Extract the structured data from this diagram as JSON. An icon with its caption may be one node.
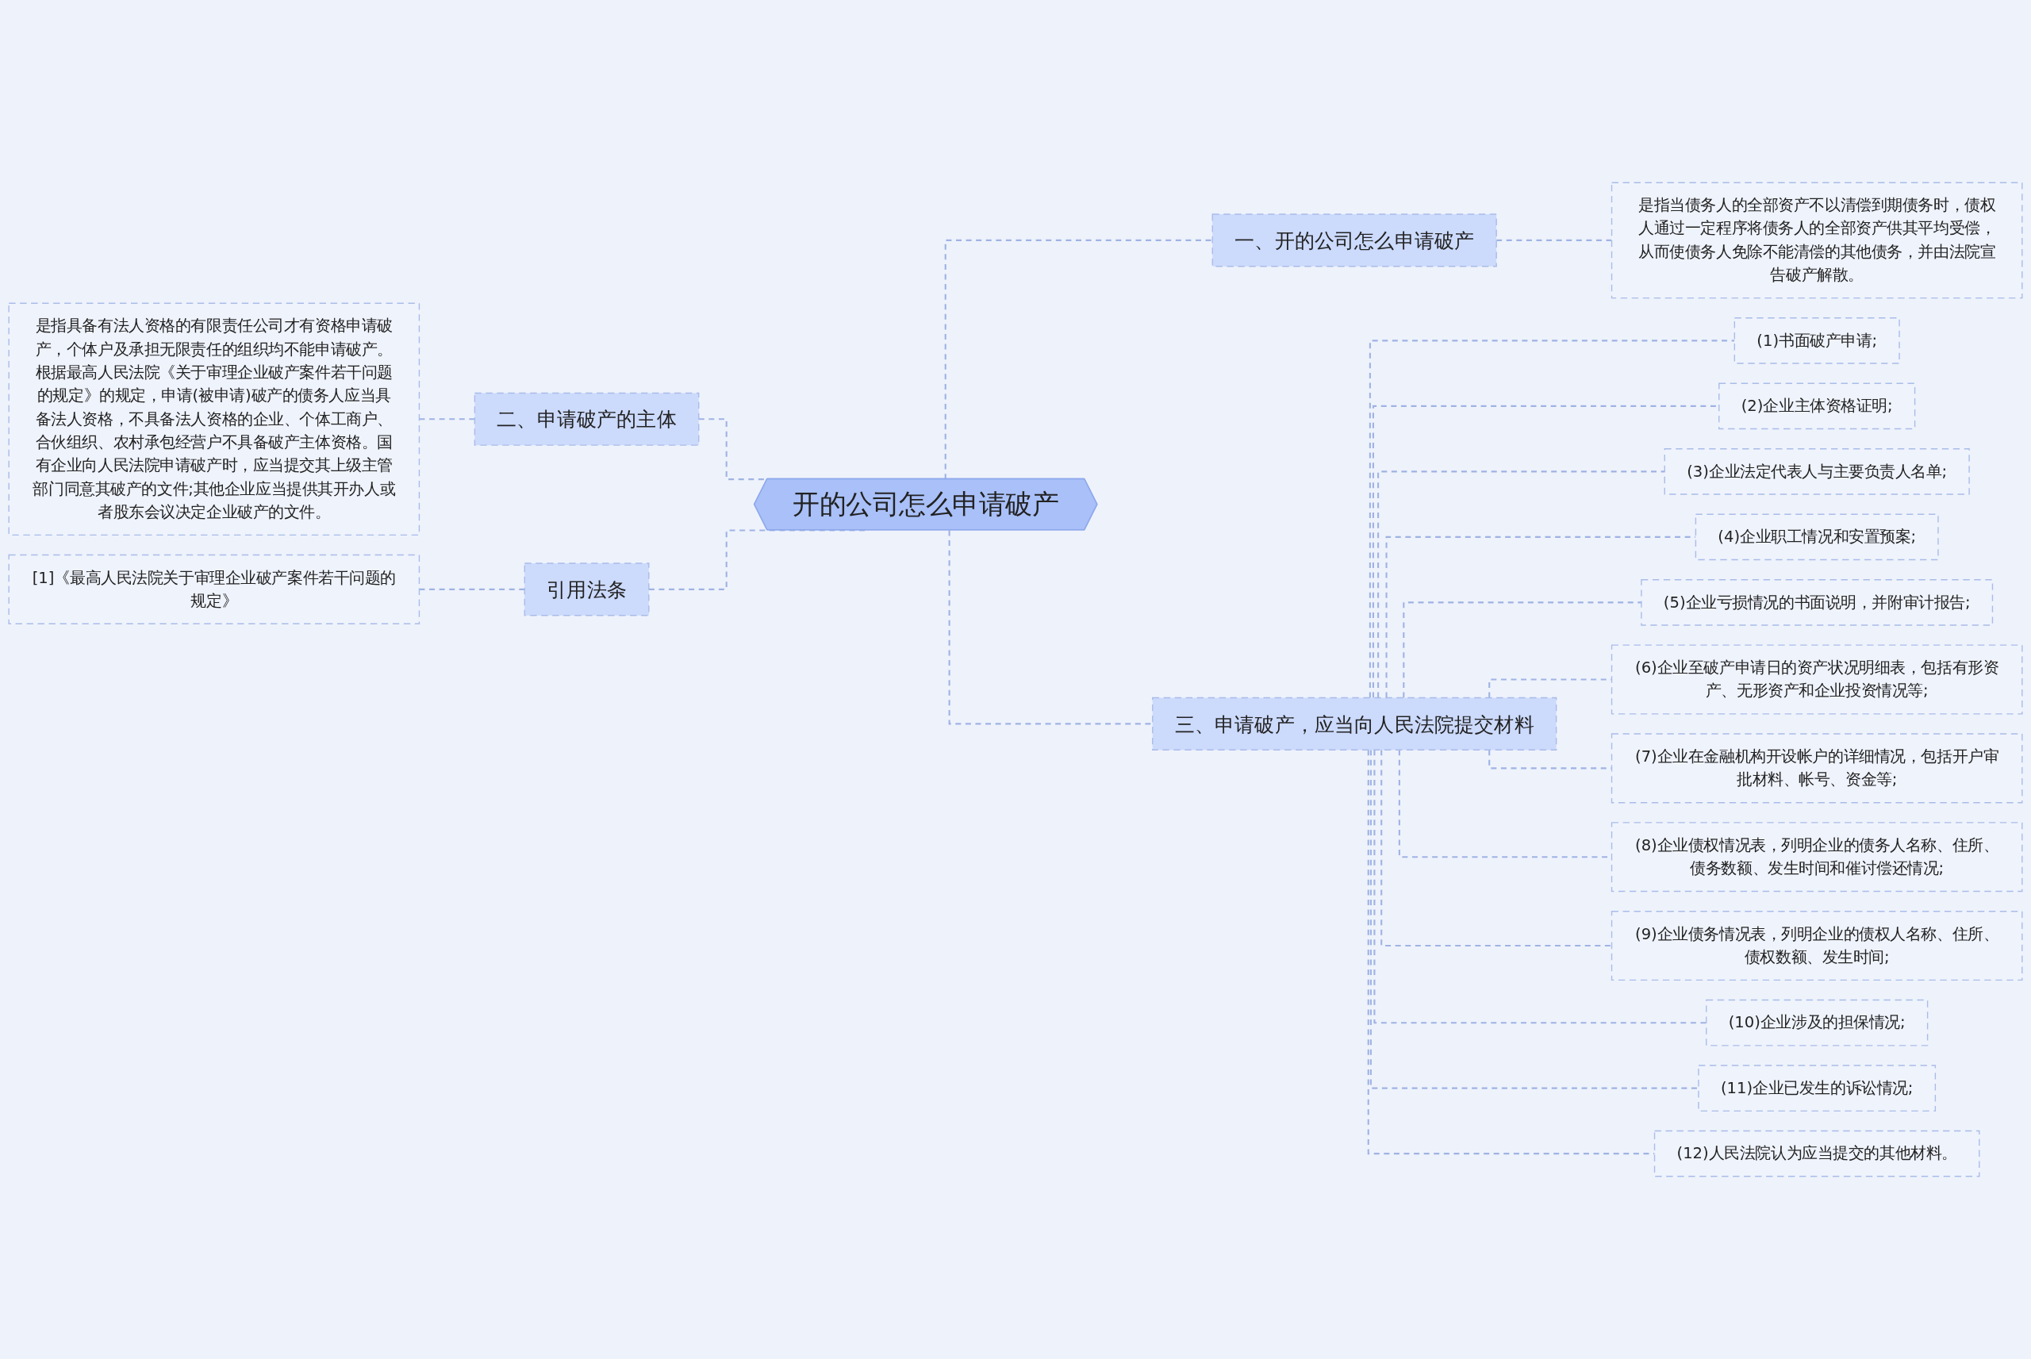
{
  "diagram": {
    "nodes": [
      {
        "text": [
          "开的公司怎么申请破产"
        ]
      },
      {
        "text": [
          "一、开的公司怎么申请破产"
        ]
      },
      {
        "text": [
          "是指当债务人的全部资产不以清偿到期债务时，债权人通过一定程序将债务人的全部资产供其平均受偿，从而使债务人免除不能清偿的其他债务，并由法院宣告破产解散。"
        ]
      },
      {
        "text": [
          "二、申请破产的主体"
        ]
      },
      {
        "text": [
          "是指具备有法人资格的有限责任公司才有资格申请破产，个体户及承担无限责任的组织均不能申请破产。根据最高人民法院《关于审理企业破产案件若干问题的规定》的规定，申请(被申请)破产的债务人应当具备法人资格，不具备法人资格的企业、个体工商户、合伙组织、农村承包经营户不具备破产主体资格。国有企业向人民法院申请破产时，应当提交其上级主管部门同意其破产的文件;其他企业应当提供其开办人或者股东会议决定企业破产的文件。"
        ]
      },
      {
        "text": [
          "引用法条"
        ]
      },
      {
        "text": [
          "[1]《最高人民法院关于审理企业破产案件若干问题的规定》"
        ]
      },
      {
        "text": [
          "三、申请破产，应当向人民法院提交材料"
        ]
      },
      {
        "text": [
          "(1)书面破产申请;"
        ]
      },
      {
        "text": [
          "(2)企业主体资格证明;"
        ]
      },
      {
        "text": [
          "(3)企业法定代表人与主要负责人名单;"
        ]
      },
      {
        "text": [
          "(4)企业职工情况和安置预案;"
        ]
      },
      {
        "text": [
          "(5)企业亏损情况的书面说明，并附审计报告;"
        ]
      },
      {
        "text": [
          "(6)企业至破产申请日的资产状况明细表，包括有形资产、无形资产和企业投资情况等;"
        ]
      },
      {
        "text": [
          "(7)企业在金融机构开设帐户的详细情况，包括开户审批材料、帐号、资金等;"
        ]
      },
      {
        "text": [
          "(8)企业债权情况表，列明企业的债务人名称、住所、债务数额、发生时间和催讨偿还情况;"
        ]
      },
      {
        "text": [
          "(9)企业债务情况表，列明企业的债权人名称、住所、债权数额、发生时间;"
        ]
      },
      {
        "text": [
          "(10)企业涉及的担保情况;"
        ]
      },
      {
        "text": [
          "(11)企业已发生的诉讼情况;"
        ]
      },
      {
        "text": [
          "(12)人民法院认为应当提交的其他材料。"
        ]
      }
    ],
    "edges": [
      {
        "from": 4,
        "to": 3,
        "arrow": "none",
        "style": "dashed"
      },
      {
        "from": 3,
        "to": 0,
        "arrow": "none",
        "style": "dashed"
      },
      {
        "from": 6,
        "to": 5,
        "arrow": "none",
        "style": "dashed"
      },
      {
        "from": 5,
        "to": 0,
        "arrow": "none",
        "style": "dashed"
      },
      {
        "from": 0,
        "to": 1,
        "arrow": "none",
        "style": "dashed"
      },
      {
        "from": 1,
        "to": 2,
        "arrow": "none",
        "style": "dashed"
      },
      {
        "from": 0,
        "to": 7,
        "arrow": "none",
        "style": "dashed"
      },
      {
        "from": 7,
        "to": 8,
        "arrow": "none",
        "style": "dashed"
      },
      {
        "from": 7,
        "to": 9,
        "arrow": "none",
        "style": "dashed"
      },
      {
        "from": 7,
        "to": 10,
        "arrow": "none",
        "style": "dashed"
      },
      {
        "from": 7,
        "to": 11,
        "arrow": "none",
        "style": "dashed"
      },
      {
        "from": 7,
        "to": 12,
        "arrow": "none",
        "style": "dashed"
      },
      {
        "from": 7,
        "to": 13,
        "arrow": "none",
        "style": "dashed"
      },
      {
        "from": 7,
        "to": 14,
        "arrow": "none",
        "style": "dashed"
      },
      {
        "from": 7,
        "to": 15,
        "arrow": "none",
        "style": "dashed"
      },
      {
        "from": 7,
        "to": 16,
        "arrow": "none",
        "style": "dashed"
      },
      {
        "from": 7,
        "to": 17,
        "arrow": "none",
        "style": "dashed"
      },
      {
        "from": 7,
        "to": 18,
        "arrow": "none",
        "style": "dashed"
      },
      {
        "from": 7,
        "to": 19,
        "arrow": "none",
        "style": "dashed"
      }
    ]
  }
}
